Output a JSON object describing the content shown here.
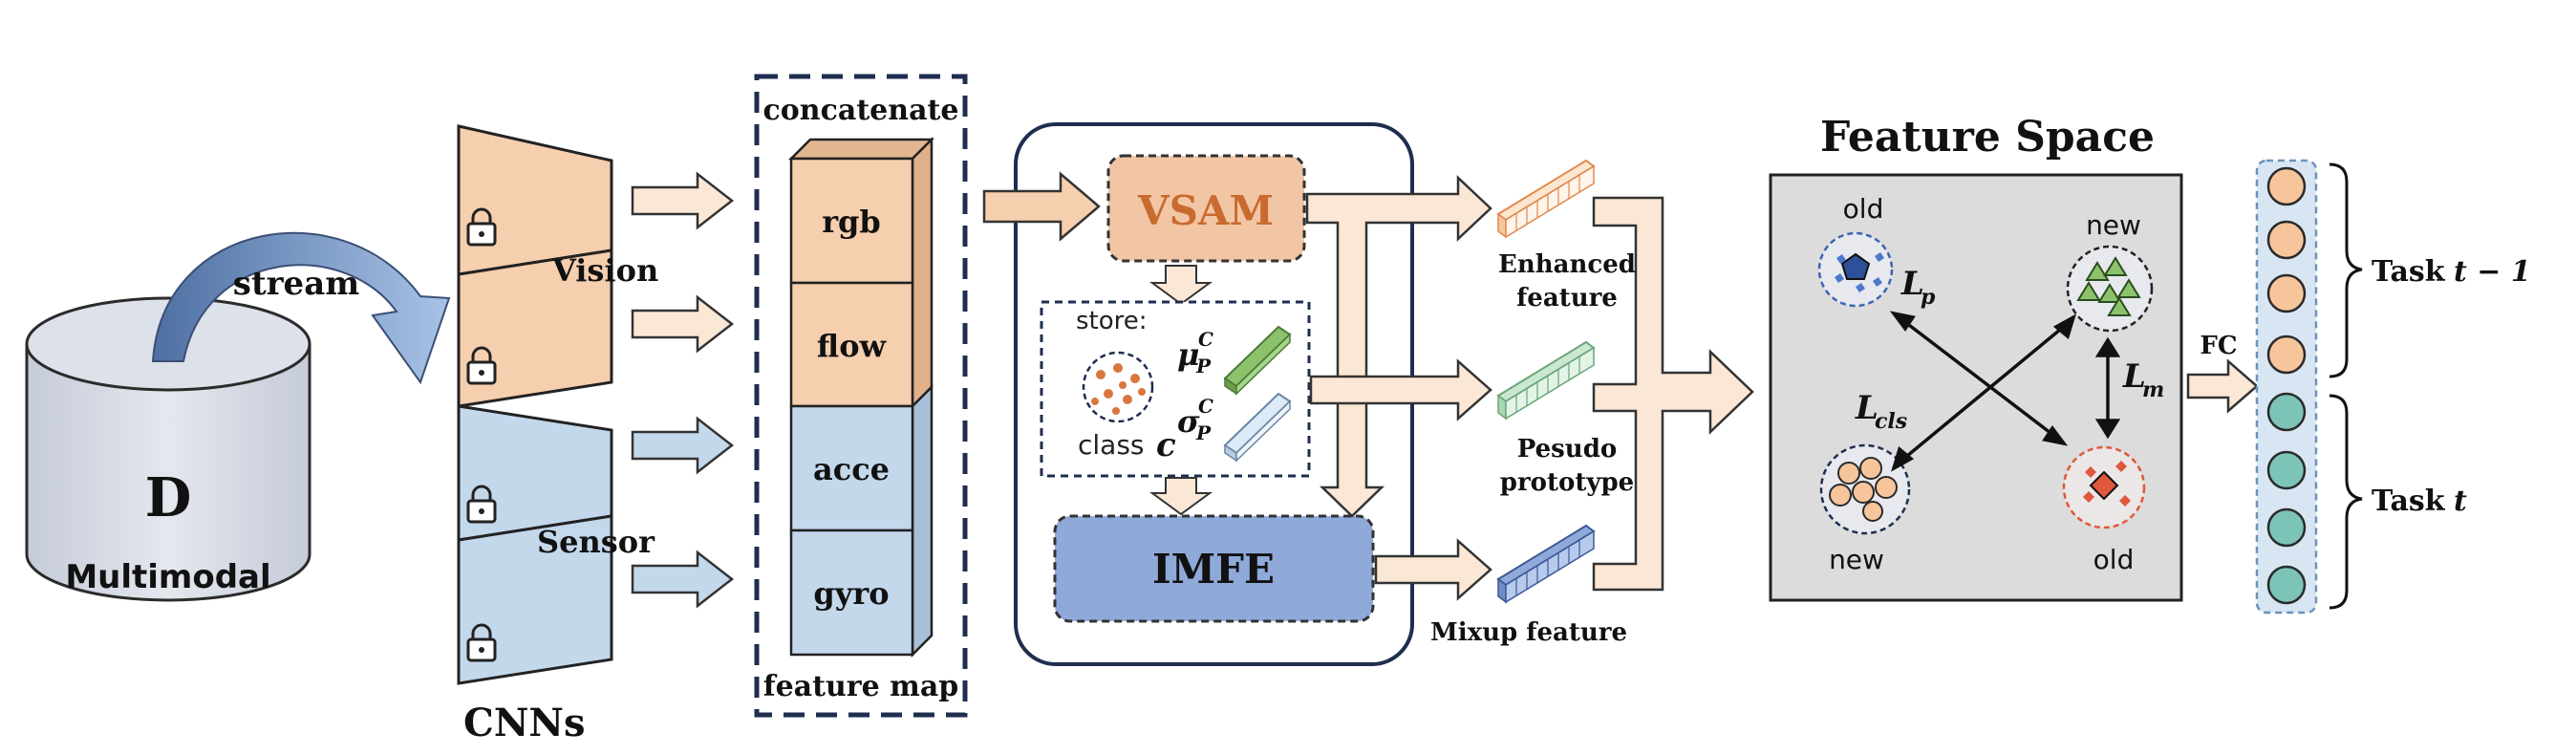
{
  "dataset": {
    "letter": "D",
    "label": "Multimodal",
    "stream_label": "stream"
  },
  "encoders": {
    "vision_label": "Vision",
    "sensor_label": "Sensor",
    "cnns_label": "CNNs"
  },
  "feature_map": {
    "top_label": "concatenate",
    "bottom_label": "feature map",
    "cells": [
      "rgb",
      "flow",
      "acce",
      "gyro"
    ]
  },
  "modules": {
    "vsam": "VSAM",
    "imfe": "IMFE",
    "store_label": "store:",
    "class_label": "class",
    "class_var": "c",
    "mu": "μ",
    "sigma": "σ",
    "sub": "P",
    "sup": "C"
  },
  "features": {
    "enhanced": [
      "Enhanced",
      "feature"
    ],
    "pseudo": [
      "Pesudo",
      "prototype"
    ],
    "mixup": "Mixup feature"
  },
  "feature_space": {
    "title": "Feature Space",
    "old_top": "old",
    "new_top": "new",
    "new_bottom": "new",
    "old_bottom": "old",
    "lp": "L",
    "lp_sub": "p",
    "lm": "L",
    "lm_sub": "m",
    "lcls": "L",
    "lcls_sub": "cls"
  },
  "classifier": {
    "fc_label": "FC",
    "task_prev": "Task",
    "task_prev_var": "t − 1",
    "task_cur": "Task",
    "task_cur_var": "t"
  },
  "colors": {
    "vision": "#f5cfae",
    "sensor": "#c4d8ec",
    "vsam_fill": "#f2c6a4",
    "vsam_text": "#c96a2e",
    "imfe_fill": "#8fa9d9",
    "arrow_fill": "#fbe7d6",
    "space_bg": "#dcdcdc",
    "old_class": "#3d64b0",
    "new_class": "#8cc26b",
    "new_bottom": "#f7c59c",
    "old_bottom": "#e0573c",
    "task_prev_fill": "#f7c59c",
    "task_cur_fill": "#7cc4b8"
  }
}
